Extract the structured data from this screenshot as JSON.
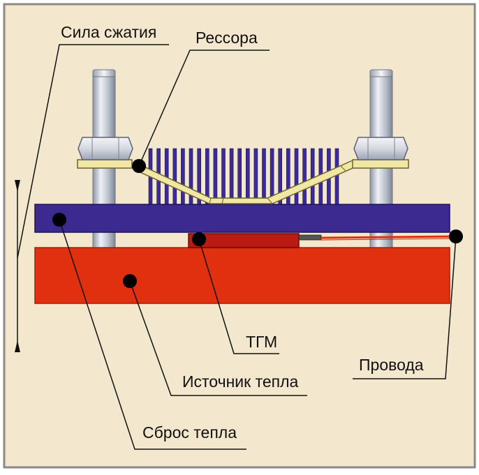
{
  "colors": {
    "background": "#f3e7cd",
    "border": "#8a8a8a",
    "cooler_plate": "#3d2a91",
    "heat_source": "#e0300f",
    "tgm": "#b81b12",
    "spring": "#f1e6a2",
    "bolt": "#c3c8d4",
    "fins": "#3a2b96",
    "wires": "#e0300f",
    "leader": "#111111"
  },
  "labels": {
    "clamping_force": "Сила сжатия",
    "spring": "Рессора",
    "tgm": "ТГМ",
    "wires": "Провода",
    "heat_source": "Источник тепла",
    "heat_sink": "Сброс тепла"
  }
}
